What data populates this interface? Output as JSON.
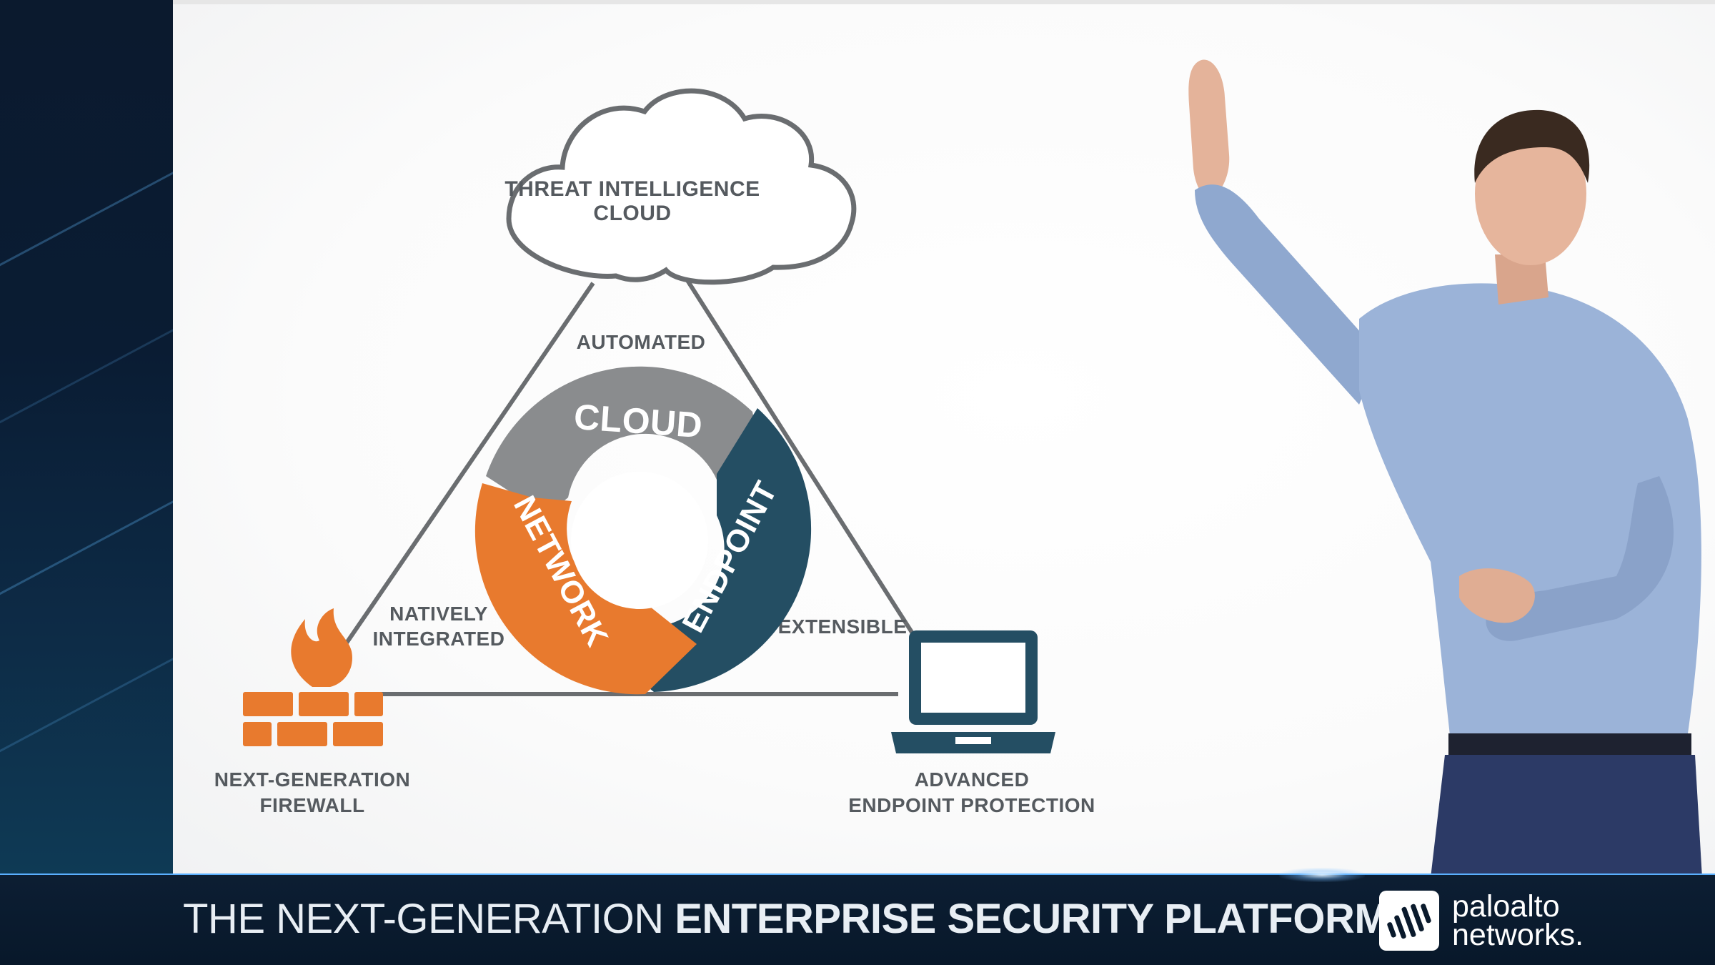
{
  "diagram": {
    "cloud_label_line1": "THREAT INTELLIGENCE",
    "cloud_label_line2": "CLOUD",
    "edge_top": "AUTOMATED",
    "edge_left_line1": "NATIVELY",
    "edge_left_line2": "INTEGRATED",
    "edge_right": "EXTENSIBLE",
    "ring_cloud": "CLOUD",
    "ring_network": "NETWORK",
    "ring_endpoint": "ENDPOINT",
    "firewall_line1": "NEXT-GENERATION",
    "firewall_line2": "FIREWALL",
    "endpoint_line1": "ADVANCED",
    "endpoint_line2": "ENDPOINT PROTECTION"
  },
  "banner": {
    "title_light": "THE NEXT-GENERATION ",
    "title_bold": "ENTERPRISE SECURITY PLATFORM",
    "logo_line1": "paloalto",
    "logo_line2": "networks."
  },
  "colors": {
    "orange": "#e87a2e",
    "teal": "#244e63",
    "gray": "#8a8c8e",
    "line": "#6a6d70",
    "banner_bg": "#0a1a2c"
  },
  "icons": [
    "cloud-icon",
    "firewall-icon",
    "flame-icon",
    "laptop-icon",
    "paloalto-logo-icon"
  ]
}
